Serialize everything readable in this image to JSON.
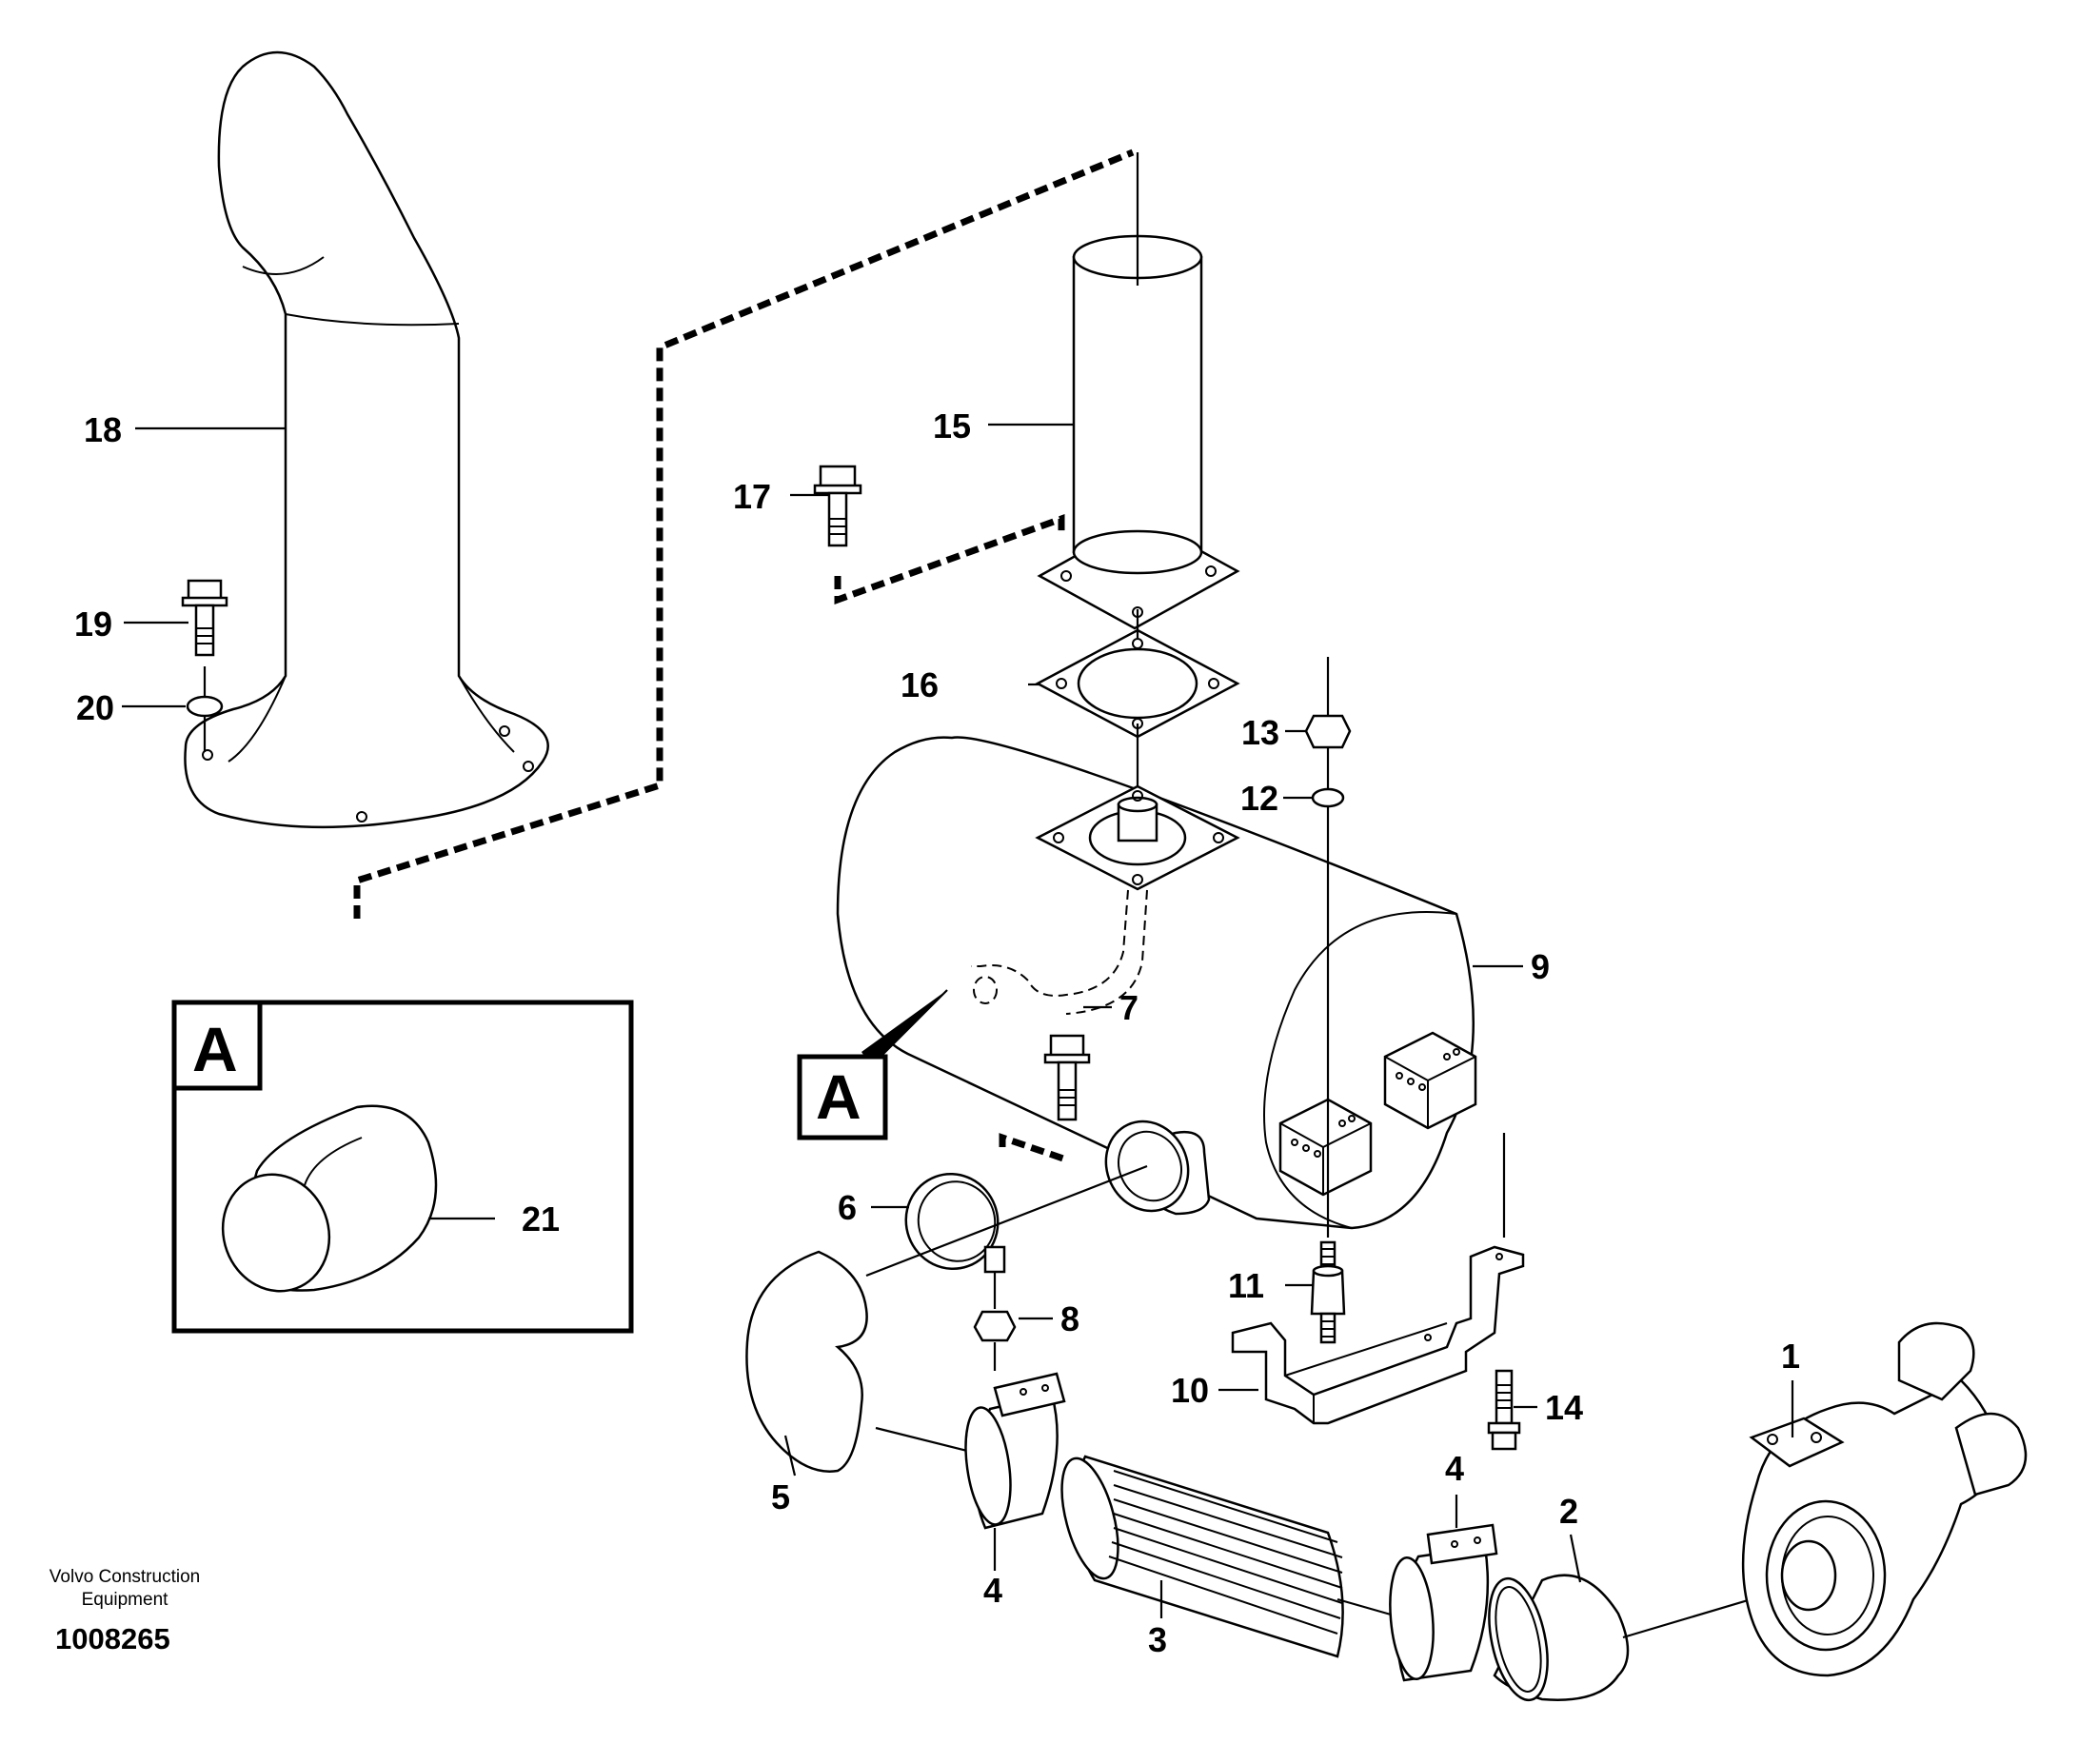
{
  "labels": {
    "p1": "1",
    "p2": "2",
    "p3": "3",
    "p4a": "4",
    "p4b": "4",
    "p5": "5",
    "p6": "6",
    "p7": "7",
    "p8": "8",
    "p9": "9",
    "p10": "10",
    "p11": "11",
    "p12": "12",
    "p13": "13",
    "p14": "14",
    "p15": "15",
    "p16": "16",
    "p17": "17",
    "p18": "18",
    "p19": "19",
    "p20": "20",
    "p21": "21"
  },
  "detail": {
    "callout": "A",
    "inset_title": "A"
  },
  "footer": {
    "company_line1": "Volvo Construction",
    "company_line2": "Equipment",
    "drawing_number": "1008265"
  }
}
